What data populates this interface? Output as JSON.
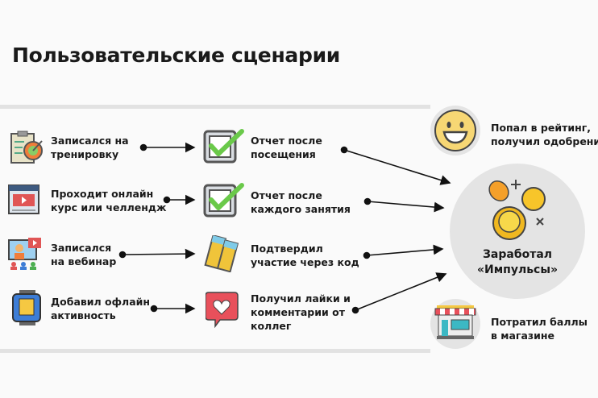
{
  "title": "Пользовательские сценарии",
  "actions": [
    {
      "line1": "Записался на",
      "line2": "тренировку",
      "icon": "clipboard-target-icon"
    },
    {
      "line1": "Проходит онлайн",
      "line2": "курс или челлендж",
      "icon": "video-course-icon"
    },
    {
      "line1": "Записался",
      "line2": "на вебинар",
      "icon": "webinar-icon"
    },
    {
      "line1": "Добавил офлайн",
      "line2": "активность",
      "icon": "smartwatch-icon"
    }
  ],
  "confirmations": [
    {
      "line1": "Отчет после",
      "line2": "посещения",
      "icon": "checkbox-icon"
    },
    {
      "line1": "Отчет после",
      "line2": "каждого занятия",
      "icon": "checkbox-icon"
    },
    {
      "line1": "Подтвердил",
      "line2": "участие через код",
      "icon": "tickets-icon"
    },
    {
      "line1": "Получил лайки и",
      "line2": "комментарии от",
      "line3": "коллег",
      "icon": "heart-message-icon"
    }
  ],
  "rating": {
    "line1": "Попал в рейтинг,",
    "line2": "получил одобрение"
  },
  "earned": {
    "line1": "Заработал",
    "line2": "«Импульсы»"
  },
  "spent": {
    "line1": "Потратил баллы",
    "line2": "в магазине"
  }
}
